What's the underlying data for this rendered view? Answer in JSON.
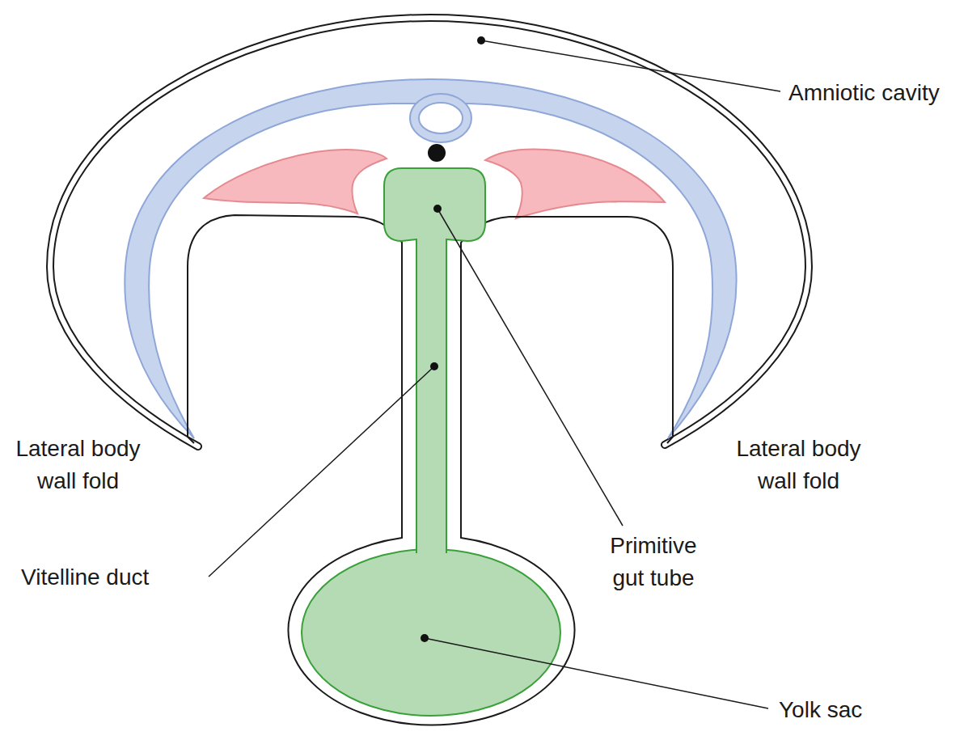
{
  "diagram": {
    "labels": [
      "Amniotic cavity",
      "Lateral body wall fold",
      "Lateral body wall fold",
      "Vitelline duct",
      "Primitive gut tube",
      "Yolk sac"
    ]
  }
}
